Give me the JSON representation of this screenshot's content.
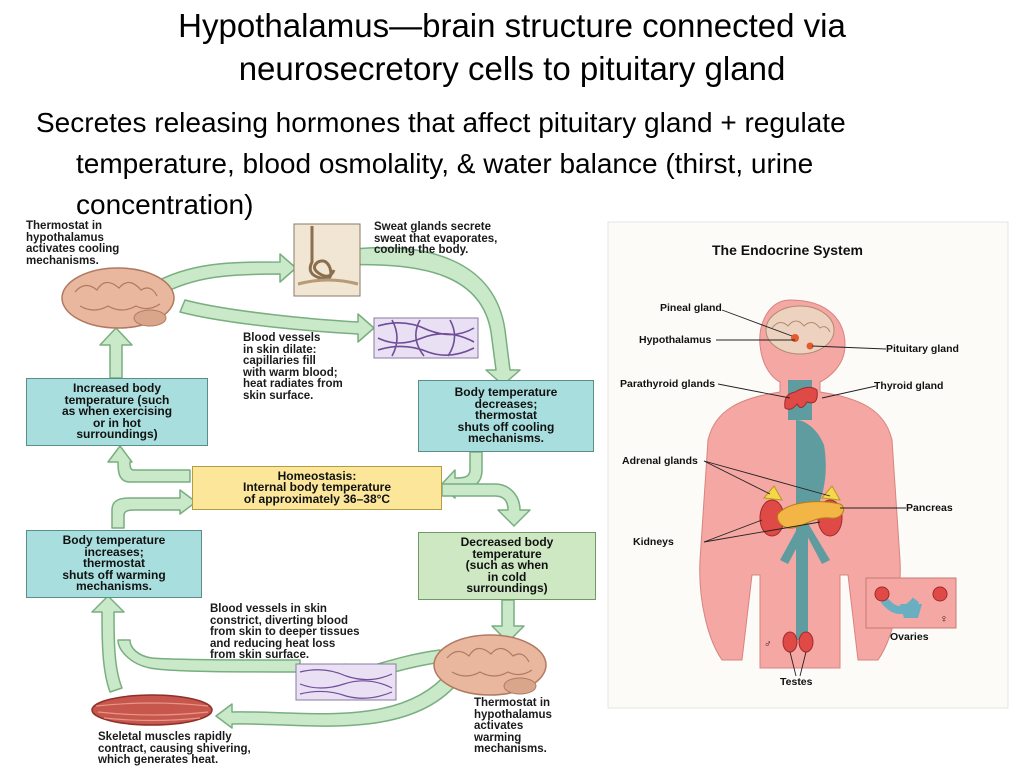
{
  "slide": {
    "title_line1": "Hypothalamus—brain structure connected via",
    "title_line2": "neurosecretory cells to pituitary gland",
    "bullet_line1": "Secretes releasing hormones that affect pituitary gland  + regulate",
    "bullet_line2": "temperature, blood osmolality, & water balance (thirst, urine",
    "bullet_line3": "concentration)"
  },
  "thermo": {
    "thermostat_top": [
      "Thermostat in",
      "hypothalamus",
      "activates cooling",
      "mechanisms."
    ],
    "sweat": [
      "Sweat glands secrete",
      "sweat that evaporates,",
      "cooling the body."
    ],
    "vessels_dilate": [
      "Blood vessels",
      "in skin dilate:",
      "capillaries fill",
      "with warm blood;",
      "heat radiates from",
      "skin surface."
    ],
    "increased": [
      "Increased body",
      "temperature (such",
      "as when exercising",
      "or in hot",
      "surroundings)"
    ],
    "decreases": [
      "Body temperature",
      "decreases;",
      "thermostat",
      "shuts off cooling",
      "mechanisms."
    ],
    "homeostasis": [
      "Homeostasis:",
      "Internal body temperature",
      "of approximately 36–38°C"
    ],
    "increases": [
      "Body temperature",
      "increases;",
      "thermostat",
      "shuts off warming",
      "mechanisms."
    ],
    "decreased": [
      "Decreased body",
      "temperature",
      "(such as when",
      "in cold",
      "surroundings)"
    ],
    "vessels_constrict": [
      "Blood vessels in skin",
      "constrict, diverting blood",
      "from skin to deeper tissues",
      "and reducing heat loss",
      "from skin surface."
    ],
    "thermostat_bottom": [
      "Thermostat in",
      "hypothalamus",
      "activates",
      "warming",
      "mechanisms."
    ],
    "muscles": [
      "Skeletal muscles rapidly",
      "contract, causing shivering,",
      "which generates heat."
    ]
  },
  "endocrine": {
    "title": "The Endocrine System",
    "pineal": "Pineal gland",
    "hypothalamus": "Hypothalamus",
    "pituitary": "Pituitary gland",
    "parathyroid": "Parathyroid glands",
    "thyroid": "Thyroid gland",
    "adrenal": "Adrenal glands",
    "pancreas": "Pancreas",
    "kidneys": "Kidneys",
    "ovaries": "Ovaries",
    "testes": "Testes",
    "male_symbol": "♂",
    "female_symbol": "♀"
  },
  "colors": {
    "arrow_fill": "#c9e9c9",
    "arrow_stroke": "#79ae80",
    "body_fill": "#f4a7a3",
    "vessel_fill": "#5f9c9f"
  }
}
